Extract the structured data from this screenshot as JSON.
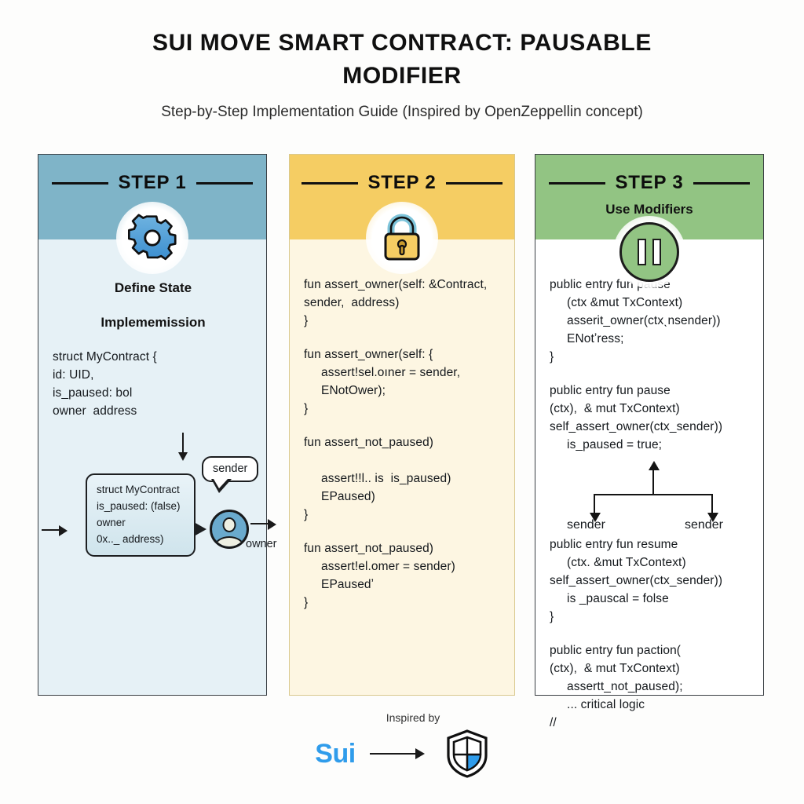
{
  "header": {
    "title": "SUI MOVE SMART CONTRACT: PAUSABLE MODIFIER",
    "subtitle": "Step-by-Step Implementation Guide (Inspired by OpenZeppellin concept)"
  },
  "colors": {
    "step1_header": "#7fb4c8",
    "step1_body": "#e6f1f6",
    "step2_header": "#f5cd63",
    "step2_body": "#fdf6e2",
    "step3_header": "#92c483",
    "step3_body": "#ffffff",
    "sui_blue": "#2f9ceb",
    "outline": "#3a3f44"
  },
  "columns": [
    {
      "step_label": "STEP 1",
      "icon": "gear-icon",
      "subtitle": "",
      "body_headings": [
        "Define State",
        "Implememission"
      ],
      "code": "struct MyContract {\nid: UID,\nis_paused: bol\nowner  address",
      "diagram": {
        "box_lines": [
          "struct MyContract",
          "is_paused: (false)",
          "owner",
          "0x.._ address)"
        ],
        "bubble_label": "sender",
        "avatar_label": "owner",
        "avatar_icon": "user-avatar-icon"
      }
    },
    {
      "step_label": "STEP 2",
      "icon": "lock-icon",
      "subtitle": "",
      "body_headings": [],
      "code_blocks": [
        "fun assert_owner(self: &Contract,\nsender,  address)\n}",
        "fun assert_owner(self: {\n     assert!sel.oıner = sender,\n     ENotOwer);\n}",
        "fun assert_not_paused)\n\n     assert!!l.. is  is_paused)\n     EPaused)\n}",
        "fun assert_not_paused)\n     assert!el.omer = sender)\n     EPausedʼ\n}"
      ]
    },
    {
      "step_label": "STEP 3",
      "icon": "pause-icon",
      "subtitle": "Use Modifiers",
      "body_headings": [],
      "code_blocks": [
        "public entry fun pause\n     (ctx &mut TxContext)\n     asserit_owner(ctxˎnsender))\n     ENotʼress;\n}",
        "public entry fun pause\n(ctx),  & mut TxContext)\nself_assert_owner(ctx_sender))\n     is_paused = true;"
      ],
      "branch": {
        "left_label": "sender",
        "right_label": "sender"
      },
      "code_blocks_after": [
        "public entry fun resume\n     (ctx. &mut TxContext)\nself_assert_owner(ctx_sender))\n     is _pauscal = folse\n}",
        "public entry fun paction(\n(ctx),  & mut TxContext)\n     assertt_not_paused);\n     ... critical logic\n//"
      ]
    }
  ],
  "footer": {
    "note": "Inspired by",
    "brand": "Sui",
    "arrow_icon": "arrow-right-icon",
    "shield_icon": "shield-icon"
  }
}
